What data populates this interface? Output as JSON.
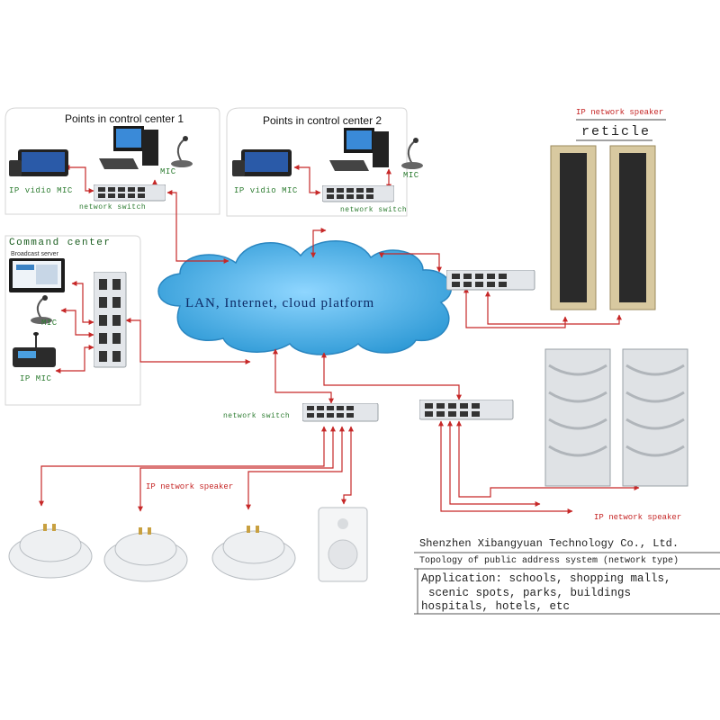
{
  "control_center_1": {
    "title": "Points in control center 1",
    "mic_label": "MIC",
    "video_mic_label": "IP vidio MIC",
    "switch_label": "network switch"
  },
  "control_center_2": {
    "title": "Points in control center 2",
    "mic_label": "MIC",
    "video_mic_label": "IP vidio MIC",
    "switch_label": "network switch"
  },
  "command_center": {
    "title": "Command center",
    "broadcast_label": "Broadcast server",
    "mic_label": "MIC",
    "ip_mic_label": "IP MIC"
  },
  "cloud": {
    "label": "LAN, Internet, cloud platform"
  },
  "column_speakers": {
    "header": "IP network speaker",
    "name": "reticle"
  },
  "wall_column_speakers": {
    "label": "IP network speaker"
  },
  "bottom_switch": {
    "label": "network switch"
  },
  "ceiling_speakers": {
    "label": "IP network speaker"
  },
  "info": {
    "company": "Shenzhen Xibangyuan Technology Co., Ltd.",
    "topology": "Topology of public address system (network type)",
    "application_line1": "Application: schools, shopping malls,",
    "application_line2": "scenic spots, parks, buildings",
    "application_line3": "hospitals, hotels, etc"
  },
  "colors": {
    "wire": "#c62828",
    "cloud": "#4fb3e8",
    "switch": "#e3e6ea"
  }
}
